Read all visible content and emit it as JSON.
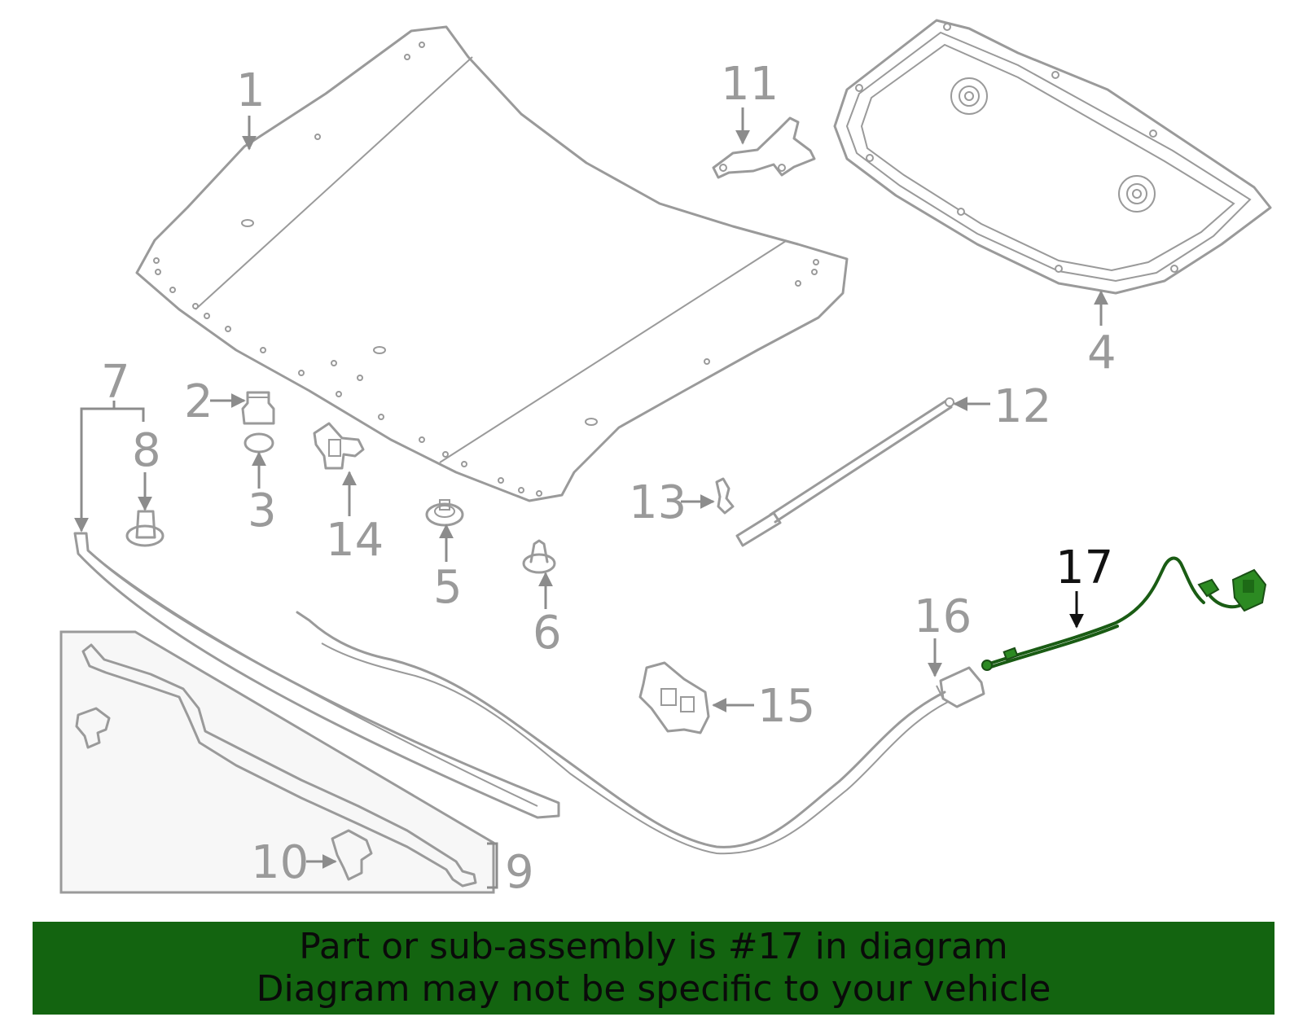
{
  "callouts": {
    "p1": "1",
    "p2": "2",
    "p3": "3",
    "p4": "4",
    "p5": "5",
    "p6": "6",
    "p7": "7",
    "p8": "8",
    "p9": "9",
    "p10": "10",
    "p11": "11",
    "p12": "12",
    "p13": "13",
    "p14": "14",
    "p15": "15",
    "p16": "16",
    "p17": "17"
  },
  "highlight": {
    "part": "17",
    "color": "#2c8a22"
  },
  "banner": {
    "line1": "Part or sub-assembly is #17 in diagram",
    "line2": "Diagram may not be specific to your vehicle",
    "color": "#136410"
  }
}
